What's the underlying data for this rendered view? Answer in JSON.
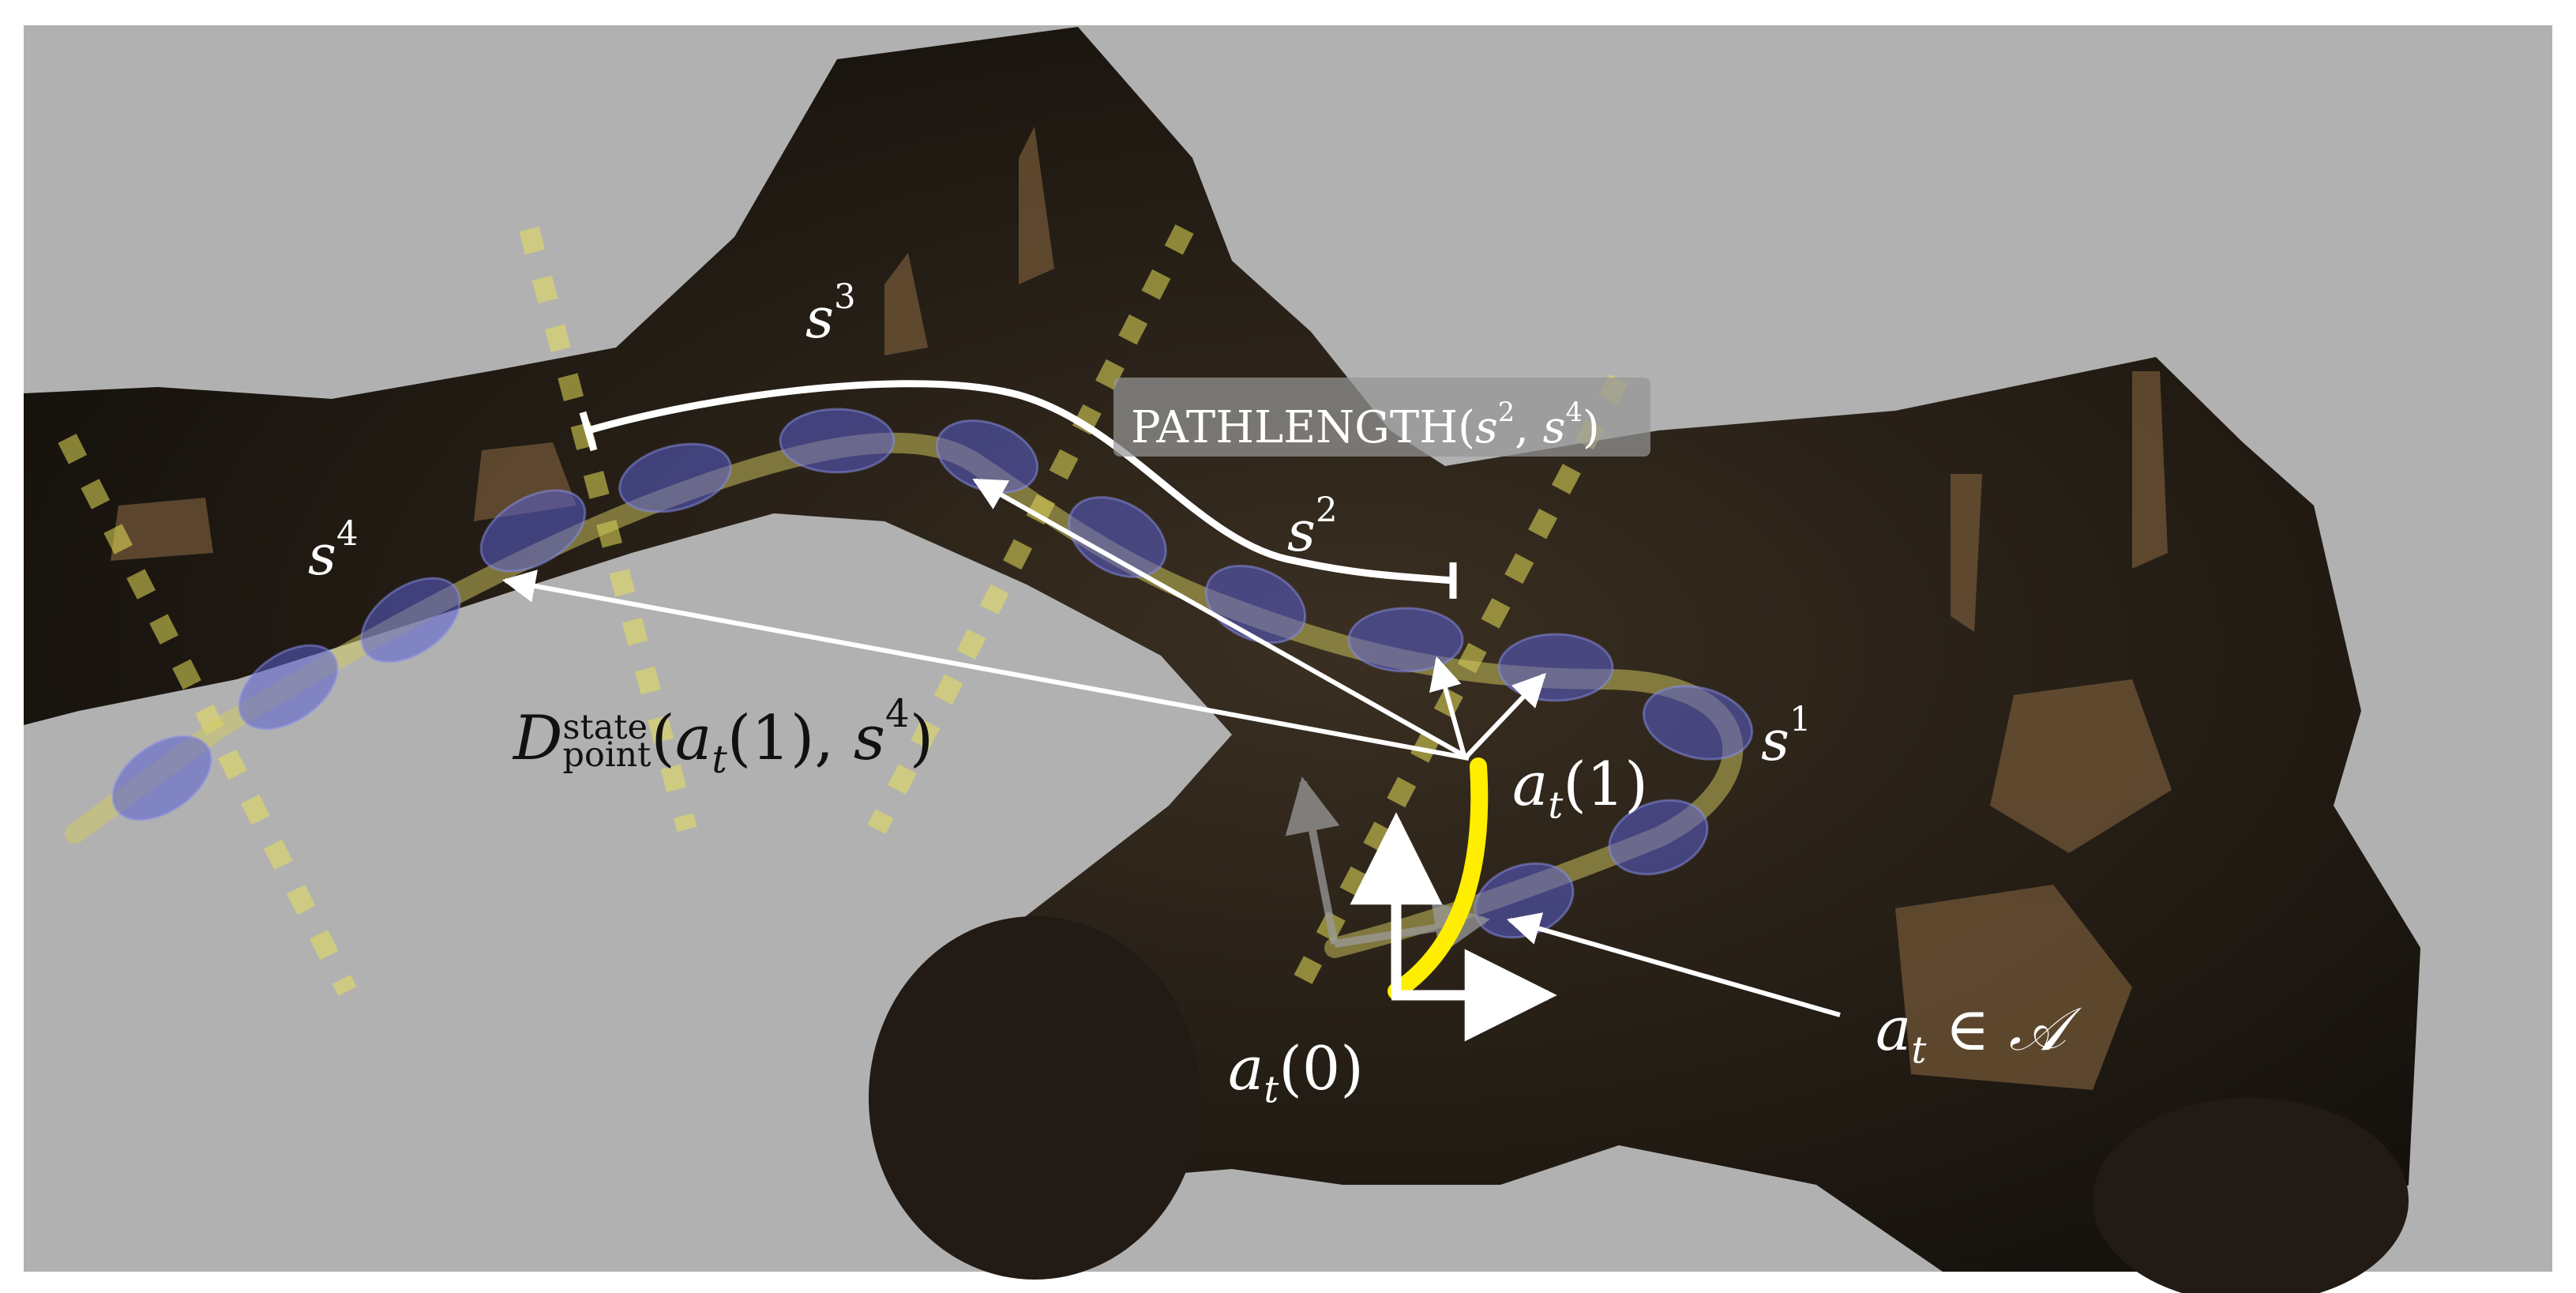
{
  "labels": {
    "s1": {
      "base": "s",
      "sup": "1"
    },
    "s2": {
      "base": "s",
      "sup": "2"
    },
    "s3": {
      "base": "s",
      "sup": "3"
    },
    "s4": {
      "base": "s",
      "sup": "4"
    },
    "pathlength": {
      "name": "PATHLENGTH",
      "open": "(",
      "arg1": "s",
      "arg1_sup": "2",
      "sep": ", ",
      "arg2": "s",
      "arg2_sup": "4",
      "close": ")"
    },
    "distance": {
      "symbol": "D",
      "sup": "state",
      "sub": "point",
      "args_open": "(",
      "arg_a": "a",
      "arg_a_sub": "t",
      "arg_a_paren": "(1)",
      "sep": ", ",
      "arg_s": "s",
      "arg_s_sup": "4",
      "args_close": ")"
    },
    "at1": {
      "base": "a",
      "sub": "t",
      "paren": "(1)"
    },
    "at0": {
      "base": "a",
      "sub": "t",
      "paren": "(0)"
    },
    "action_set": {
      "base": "a",
      "sub": "t",
      "rel": " ∈ ",
      "set": "𝒜"
    }
  },
  "colors": {
    "background_gray": "#b0b0b0",
    "terrain_dark": "#1f1a13",
    "trajectory_yellow": "#ffee00",
    "path_yellow_faint": "#e8e070",
    "state_blue": "#5a5fd0",
    "arrow_white": "#ffffff"
  }
}
